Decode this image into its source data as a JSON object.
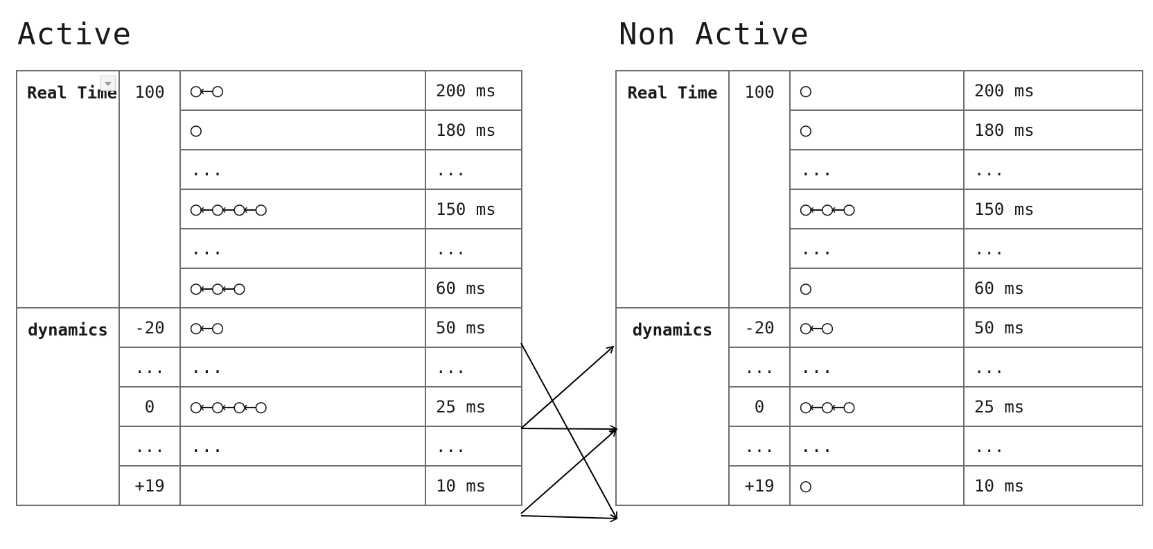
{
  "titles": {
    "active": "Active",
    "non_active": "Non Active"
  },
  "active": {
    "realtime_label": "Real Time",
    "realtime_priority": "100",
    "realtime_rows": [
      {
        "queue": "◯⟵◯",
        "slice": "200 ms"
      },
      {
        "queue": "◯",
        "slice": "180 ms"
      },
      {
        "queue": "...",
        "slice": "..."
      },
      {
        "queue": "◯⟵◯⟵◯⟵◯",
        "slice": "150 ms"
      },
      {
        "queue": "...",
        "slice": "..."
      },
      {
        "queue": "◯⟵◯⟵◯",
        "slice": "60 ms"
      }
    ],
    "dynamic_label": "dynamics",
    "dynamic_rows": [
      {
        "priority": "-20",
        "queue": "◯⟵◯",
        "slice": "50 ms"
      },
      {
        "priority": "...",
        "queue": "...",
        "slice": "..."
      },
      {
        "priority": "0",
        "queue": "◯⟵◯⟵◯⟵◯",
        "slice": "25 ms"
      },
      {
        "priority": "...",
        "queue": "...",
        "slice": "..."
      },
      {
        "priority": "+19",
        "queue": "",
        "slice": "10 ms"
      }
    ]
  },
  "non_active": {
    "realtime_label": "Real Time",
    "realtime_priority": "100",
    "realtime_rows": [
      {
        "queue": "◯",
        "slice": "200 ms"
      },
      {
        "queue": "◯",
        "slice": "180 ms"
      },
      {
        "queue": "...",
        "slice": "..."
      },
      {
        "queue": "◯⟵◯⟵◯",
        "slice": "150 ms"
      },
      {
        "queue": "...",
        "slice": "..."
      },
      {
        "queue": "◯",
        "slice": "60 ms"
      }
    ],
    "dynamic_label": "dynamics",
    "dynamic_rows": [
      {
        "priority": "-20",
        "queue": "◯⟵◯",
        "slice": "50 ms"
      },
      {
        "priority": "...",
        "queue": "...",
        "slice": "..."
      },
      {
        "priority": "0",
        "queue": "◯⟵◯⟵◯",
        "slice": "25 ms"
      },
      {
        "priority": "...",
        "queue": "...",
        "slice": "..."
      },
      {
        "priority": "+19",
        "queue": "◯",
        "slice": "10 ms"
      }
    ]
  },
  "stroke_color": "#000000",
  "grid_color": "#6e6e6e"
}
